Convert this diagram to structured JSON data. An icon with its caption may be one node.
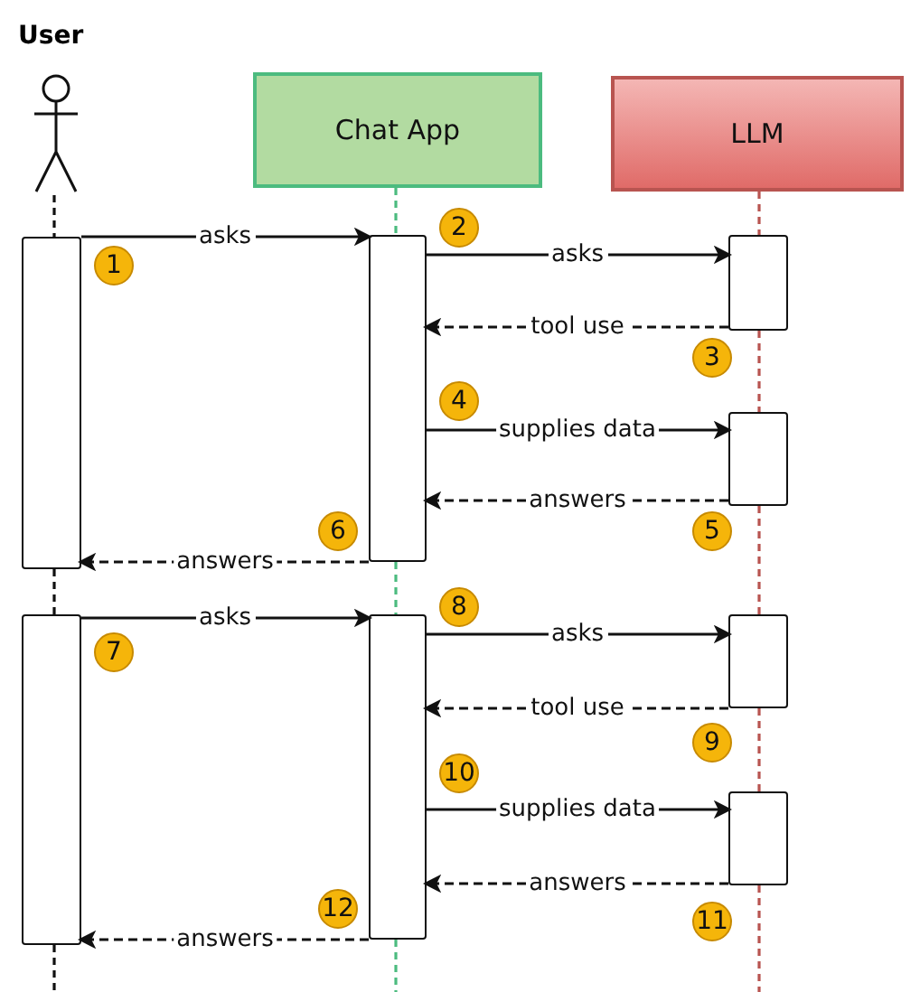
{
  "diagram": {
    "nodes": [
      {
        "text": [
          "User"
        ]
      },
      {
        "text": [
          "Chat App"
        ]
      },
      {
        "text": [
          "LLM"
        ]
      },
      {
        "text": [],
        "shape": "bar"
      },
      {
        "text": [],
        "shape": "bar"
      },
      {
        "text": [],
        "shape": "bar"
      },
      {
        "text": [],
        "shape": "bar"
      },
      {
        "text": [],
        "shape": "bar"
      },
      {
        "text": [],
        "shape": "bar"
      },
      {
        "text": [],
        "shape": "bar"
      },
      {
        "text": [],
        "shape": "bar"
      }
    ],
    "edges": [
      {
        "from": 3,
        "to": 5,
        "arrow": "to",
        "label": "asks"
      },
      {
        "from": 5,
        "to": 7,
        "arrow": "to",
        "label": "asks"
      },
      {
        "from": 7,
        "to": 5,
        "arrow": "to",
        "label": "tool use",
        "style": "dashed"
      },
      {
        "from": 5,
        "to": 8,
        "arrow": "to",
        "label": "supplies data"
      },
      {
        "from": 8,
        "to": 5,
        "arrow": "to",
        "label": "answers",
        "style": "dashed"
      },
      {
        "from": 5,
        "to": 3,
        "arrow": "to",
        "label": "answers",
        "style": "dashed"
      },
      {
        "from": 4,
        "to": 6,
        "arrow": "to",
        "label": "asks"
      },
      {
        "from": 6,
        "to": 9,
        "arrow": "to",
        "label": "asks"
      },
      {
        "from": 9,
        "to": 6,
        "arrow": "to",
        "label": "tool use",
        "style": "dashed"
      },
      {
        "from": 6,
        "to": 10,
        "arrow": "to",
        "label": "supplies data"
      },
      {
        "from": 10,
        "to": 6,
        "arrow": "to",
        "label": "answers",
        "style": "dashed"
      },
      {
        "from": 6,
        "to": 4,
        "arrow": "to",
        "label": "answers",
        "style": "dashed"
      },
      {
        "from": 0,
        "to": 3,
        "arrow": "none",
        "style": "dashed"
      },
      {
        "from": 3,
        "to": 4,
        "arrow": "none",
        "style": "dashed"
      },
      {
        "from": 4,
        "to": null,
        "arrow": "none",
        "style": "dashed"
      },
      {
        "from": 1,
        "to": 5,
        "arrow": "none",
        "style": "dashed",
        "color": "#4cbb7f"
      },
      {
        "from": 5,
        "to": 6,
        "arrow": "none",
        "style": "dashed",
        "color": "#4cbb7f"
      },
      {
        "from": 6,
        "to": null,
        "arrow": "none",
        "style": "dashed",
        "color": "#4cbb7f"
      },
      {
        "from": 2,
        "to": 7,
        "arrow": "none",
        "style": "dashed",
        "color": "#b85450"
      },
      {
        "from": 7,
        "to": 8,
        "arrow": "none",
        "style": "dashed",
        "color": "#b85450"
      },
      {
        "from": 8,
        "to": 9,
        "arrow": "none",
        "style": "dashed",
        "color": "#b85450"
      },
      {
        "from": 9,
        "to": 10,
        "arrow": "none",
        "style": "dashed",
        "color": "#b85450"
      },
      {
        "from": 10,
        "to": null,
        "arrow": "none",
        "style": "dashed",
        "color": "#b85450"
      }
    ],
    "labels": [
      "1",
      "2",
      "3",
      "4",
      "5",
      "6",
      "7",
      "8",
      "9",
      "10",
      "11",
      "12"
    ]
  }
}
